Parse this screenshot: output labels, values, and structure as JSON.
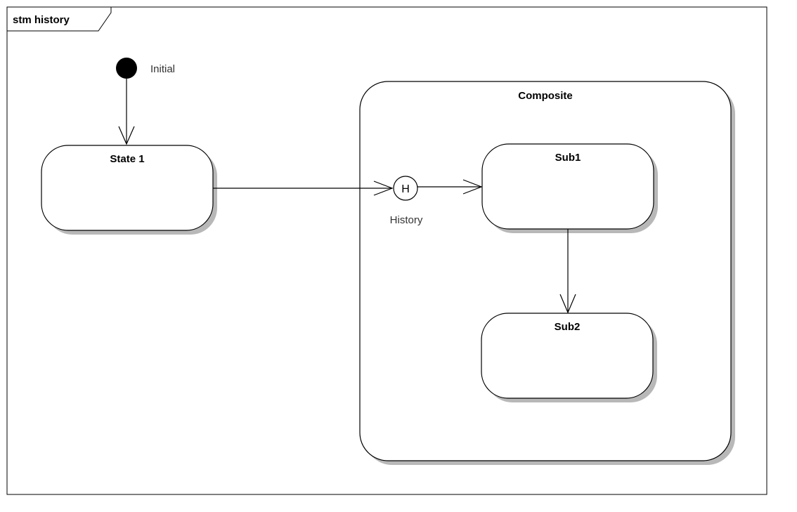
{
  "diagram": {
    "frame_title": "stm history",
    "initial": {
      "label": "Initial"
    },
    "state1": {
      "title": "State 1"
    },
    "composite": {
      "title": "Composite"
    },
    "history": {
      "glyph": "H",
      "label": "History"
    },
    "sub1": {
      "title": "Sub1"
    },
    "sub2": {
      "title": "Sub2"
    }
  }
}
